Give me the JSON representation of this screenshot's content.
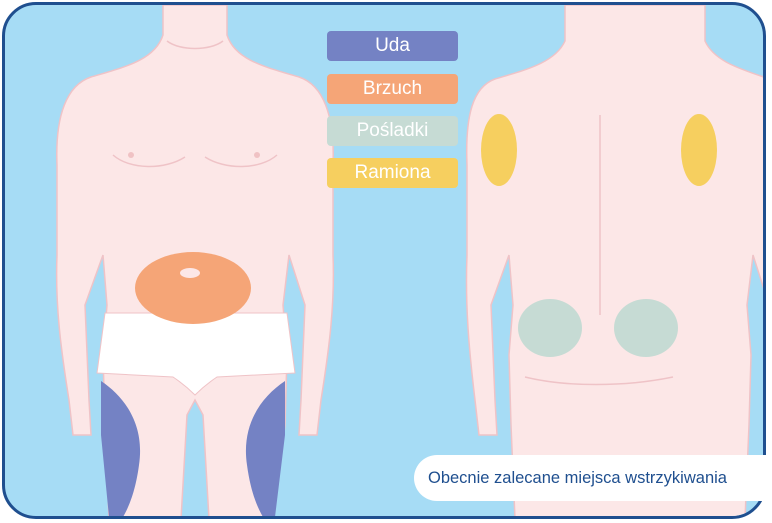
{
  "legend": [
    {
      "label": "Uda",
      "color": "#7482c4"
    },
    {
      "label": "Brzuch",
      "color": "#f5a577"
    },
    {
      "label": "Pośladki",
      "color": "#c6dbd4"
    },
    {
      "label": "Ramiona",
      "color": "#f6cf5f"
    }
  ],
  "caption": "Obecnie zalecane miejsca wstrzykiwania",
  "colors": {
    "background": "#a6dcf5",
    "frame": "#1f4f8f",
    "skin": "#fce7e7",
    "skin_shadow": "#f3c9cc",
    "underwear": "#ffffff"
  }
}
